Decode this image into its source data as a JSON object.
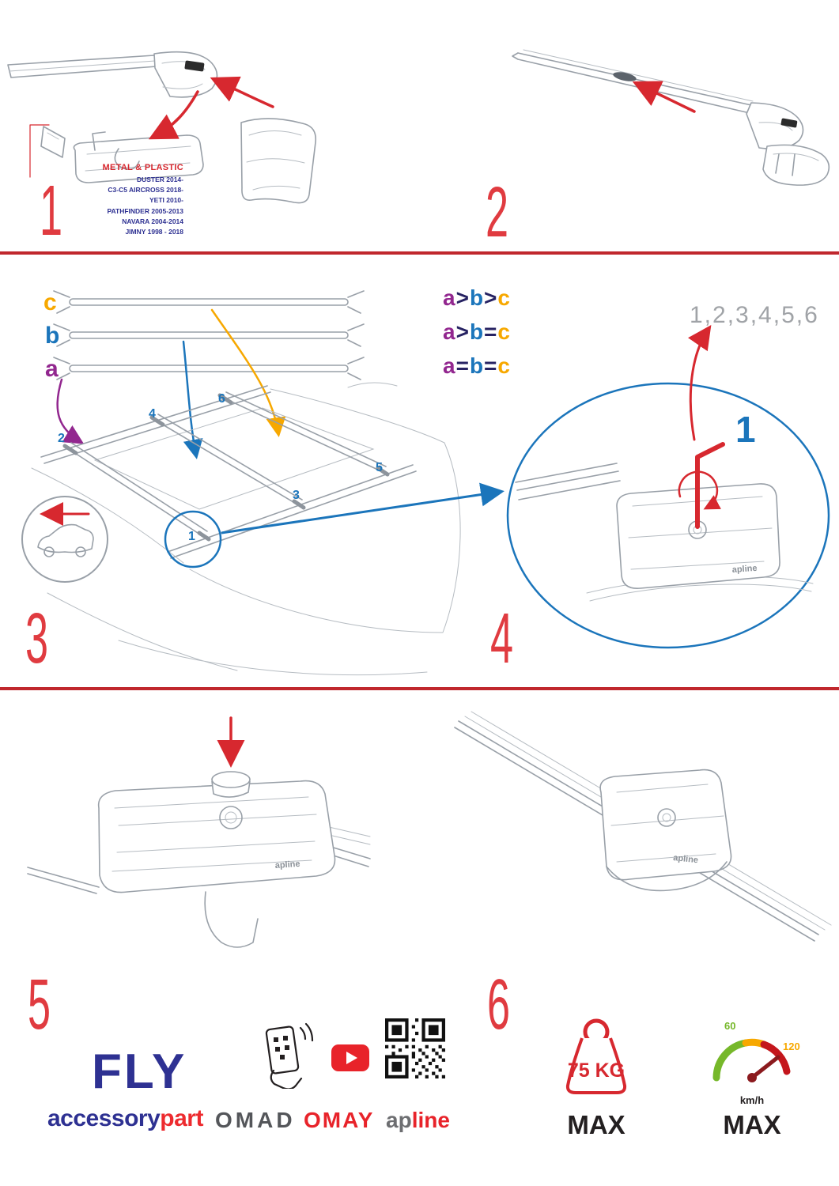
{
  "colors": {
    "accent_red": "#d7282f",
    "divider_red": "#c0272d",
    "navy": "#2e3192",
    "blue": "#1b75bb",
    "purple": "#92278f",
    "orange": "#f7a800",
    "gray_sequence": "#a0a3a7",
    "speed_green": "#76b82a"
  },
  "steps": {
    "s1": "1",
    "s2": "2",
    "s3": "3",
    "s4": "4",
    "s5": "5",
    "s6": "6"
  },
  "step1": {
    "material_label": "METAL & PLASTIC",
    "models": [
      "DUSTER 2014-",
      "C3-C5 AIRCROSS 2018-",
      "YETI 2010-",
      "PATHFINDER 2005-2013",
      "NAVARA 2004-2014",
      "JIMNY 1998 - 2018"
    ]
  },
  "step3": {
    "bar_c": "c",
    "bar_b": "b",
    "bar_a": "a",
    "formulas": [
      {
        "a": "a",
        "o1": ">",
        "b": "b",
        "o2": ">",
        "c": "c"
      },
      {
        "a": "a",
        "o1": ">",
        "b": "b",
        "o2": "=",
        "c": "c"
      },
      {
        "a": "a",
        "o1": "=",
        "b": "b",
        "o2": "=",
        "c": "c"
      }
    ],
    "positions": [
      "1",
      "2",
      "3",
      "4",
      "5",
      "6"
    ]
  },
  "step4": {
    "sequence": "1,2,3,4,5,6",
    "first": "1"
  },
  "drawing_brand": "apline",
  "footer": {
    "fly": "FLY",
    "accessory": "accessory",
    "part": "part",
    "omad": "OMAD",
    "omay": "OMAY",
    "apline_ap": "ap",
    "apline_line": "line"
  },
  "limits": {
    "weight_value": "75 KG",
    "weight_max": "MAX",
    "speed_low": "60",
    "speed_high": "120",
    "speed_unit": "km/h",
    "speed_max": "MAX"
  }
}
